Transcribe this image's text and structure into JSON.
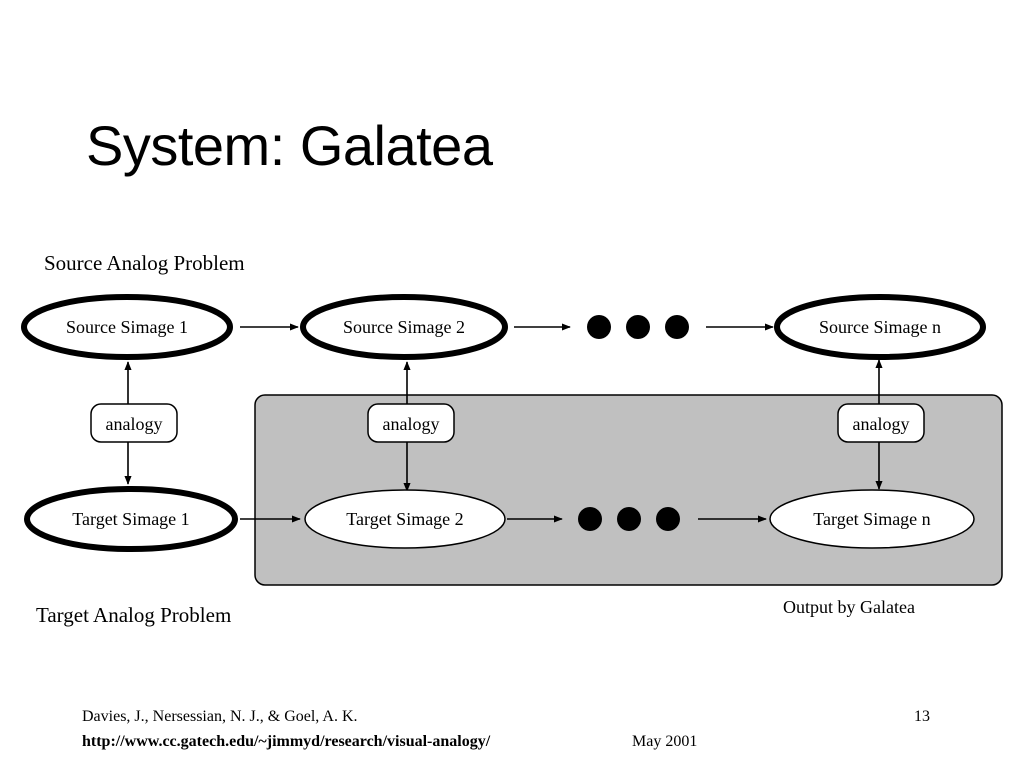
{
  "title": "System: Galatea",
  "diagram": {
    "source_heading": "Source Analog Problem",
    "target_heading": "Target Analog Problem",
    "output_label": "Output by Galatea",
    "source_nodes": [
      "Source Simage 1",
      "Source Simage 2",
      "Source Simage n"
    ],
    "target_nodes": [
      "Target Simage 1",
      "Target Simage 2",
      "Target Simage n"
    ],
    "analogy_labels": [
      "analogy",
      "analogy",
      "analogy"
    ]
  },
  "footer": {
    "authors": "Davies, J., Nersessian, N. J., & Goel, A. K.",
    "url": "http://www.cc.gatech.edu/~jimmyd/research/visual-analogy/",
    "date": "May 2001",
    "page_number": "13"
  }
}
